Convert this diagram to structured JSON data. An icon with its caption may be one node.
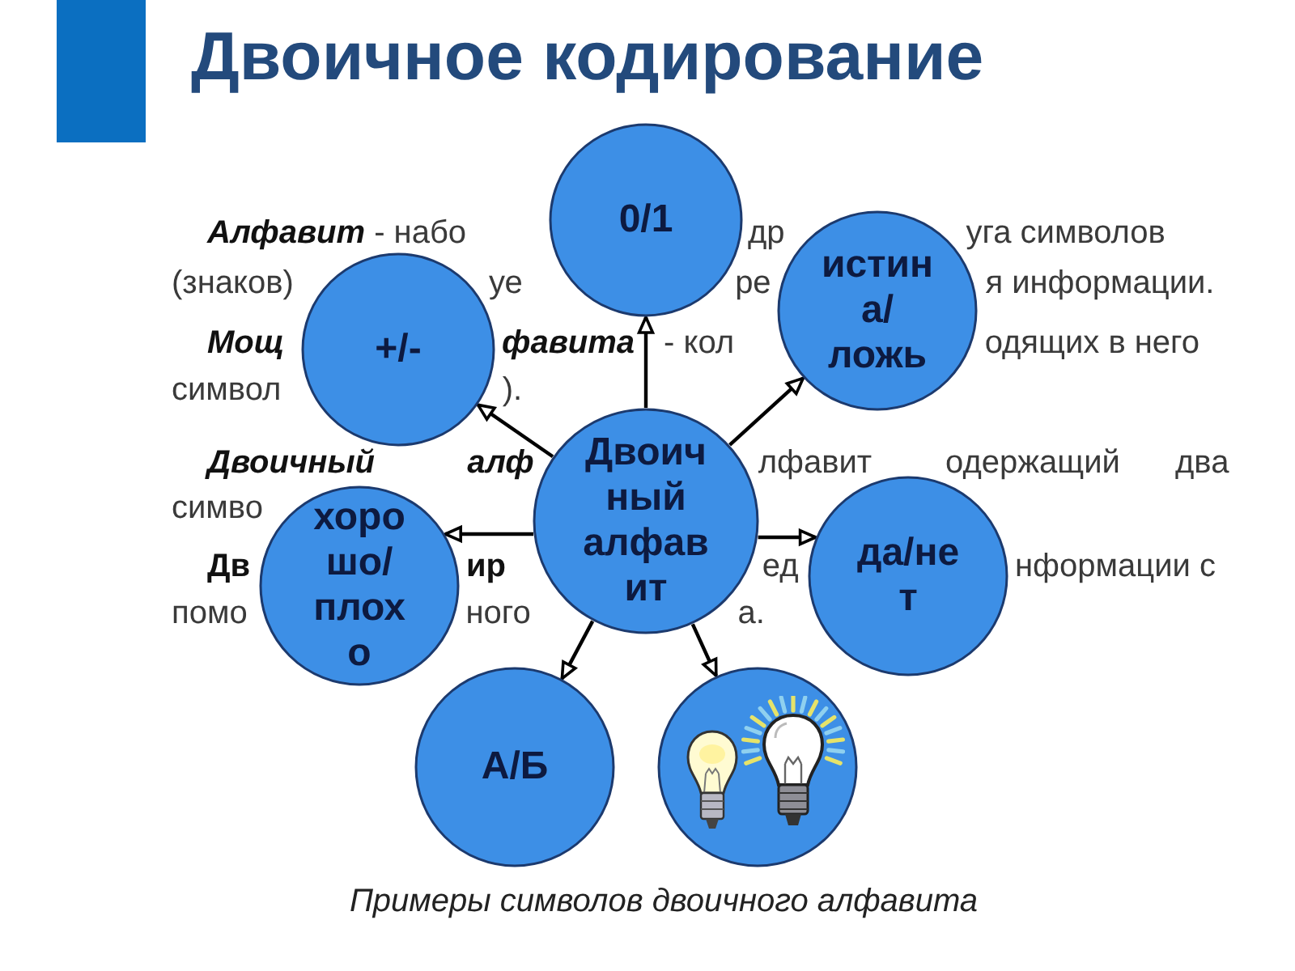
{
  "diagram": {
    "title": "Двоичное кодирование",
    "nodes": [
      {
        "text": [
          "0/1"
        ]
      },
      {
        "text": [
          "+/-"
        ]
      },
      {
        "text": [
          "истина/ложь"
        ]
      },
      {
        "text": [
          "Двоичный алфавит"
        ]
      },
      {
        "text": [
          "хорошо/плохо"
        ]
      },
      {
        "text": [
          "да/нет"
        ]
      },
      {
        "text": [
          "А/Б"
        ]
      },
      {
        "text": [],
        "shape": "picture"
      }
    ],
    "edges": [
      {
        "from": 3,
        "to": 0,
        "arrow": "to"
      },
      {
        "from": 3,
        "to": 1,
        "arrow": "to"
      },
      {
        "from": 3,
        "to": 2,
        "arrow": "to"
      },
      {
        "from": 3,
        "to": 4,
        "arrow": "to"
      },
      {
        "from": 3,
        "to": 5,
        "arrow": "to"
      },
      {
        "from": 3,
        "to": 6,
        "arrow": "to"
      },
      {
        "from": 3,
        "to": 7,
        "arrow": "to"
      }
    ],
    "labels": [
      "**Алфавит** - набо",
      "др",
      "уга символов",
      "(знаков)",
      "уе",
      "ре",
      "я информации.",
      "Мощ",
      "фавита",
      "- кол",
      "одящих в него",
      "символ",
      ").",
      "Двоичный",
      "алф",
      "лфавит",
      "одержащий",
      "два",
      "симво",
      "Дв",
      "ир",
      "ед",
      "нформации с",
      "помо",
      "ного",
      "а."
    ],
    "caption": "Примеры символов двоичного алфавита"
  }
}
